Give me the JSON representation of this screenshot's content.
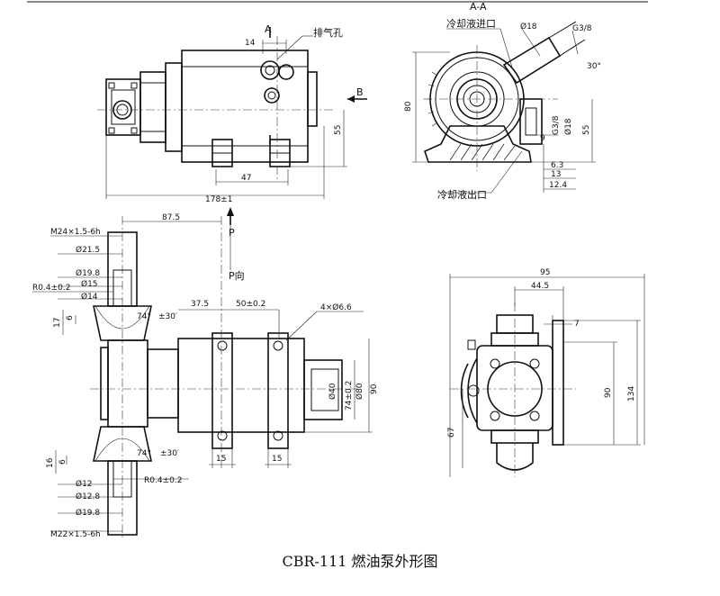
{
  "caption": "CBR-111 燃油泵外形图",
  "views": {
    "top_left": {
      "section_mark": "A",
      "vent_label": "排气孔",
      "arrow_b": "B",
      "dims": {
        "d14": "14",
        "d47": "47",
        "d55": "55",
        "d178": "178±1"
      }
    },
    "top_right": {
      "section_title": "A-A",
      "inlet_label": "冷却液进口",
      "outlet_label": "冷却液出口",
      "dims": {
        "phi18_top": "Ø18",
        "g38_top": "G3/8",
        "deg30": "30°",
        "d80": "80",
        "g38_side": "G3/8",
        "phi18_side": "Ø18",
        "d55": "55",
        "d9": "9",
        "d63": "6.3",
        "d13": "13",
        "d124": "12.4"
      }
    },
    "bottom_left": {
      "p_arrow": "P",
      "p_dir": "P向",
      "dims": {
        "d875": "87.5",
        "m24": "M24×1.5-6h",
        "phi215": "Ø21.5",
        "phi198_top": "Ø19.8",
        "r04_top": "R0.4±0.2",
        "phi15": "Ø15",
        "phi14": "Ø14",
        "d17": "17",
        "d6_top": "6",
        "deg74_top": "74°",
        "pm30_top": "±30′",
        "d375": "37.5",
        "d50": "50±0.2",
        "holes": "4×Ø6.6",
        "phi40": "Ø40",
        "phi74": "74±0.2",
        "phi80": "Ø80",
        "d90": "90",
        "d15_l": "15",
        "d15_r": "15",
        "d16": "16",
        "d6_bot": "6",
        "deg74_bot": "74°",
        "pm30_bot": "±30′",
        "phi12": "Ø12",
        "r04_bot": "R0.4±0.2",
        "phi128": "Ø12.8",
        "phi198_bot": "Ø19.8",
        "m22": "M22×1.5-6h"
      }
    },
    "bottom_right": {
      "dims": {
        "d95": "95",
        "d445": "44.5",
        "d7": "7",
        "d90": "90",
        "d134": "134",
        "d67": "67"
      }
    }
  }
}
